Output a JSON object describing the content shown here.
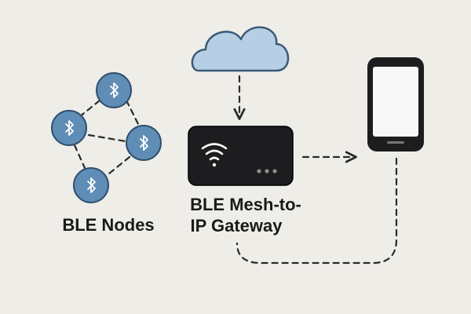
{
  "nodes": {
    "label": "BLE Nodes",
    "count": 4,
    "icon": "bluetooth-icon"
  },
  "gateway": {
    "label_line1": "BLE Mesh-to-",
    "label_line2": "IP Gateway",
    "icon": "wifi-icon"
  },
  "cloud": {
    "icon": "cloud-icon"
  },
  "phone": {
    "icon": "smartphone-icon"
  },
  "colors": {
    "background": "#efede8",
    "node_fill": "#5f8db5",
    "node_stroke": "#2f4f6f",
    "cloud_fill": "#b7cfe4",
    "cloud_stroke": "#3b5a78",
    "gateway_fill": "#1d1d1f",
    "connector": "#2a2a2a"
  }
}
